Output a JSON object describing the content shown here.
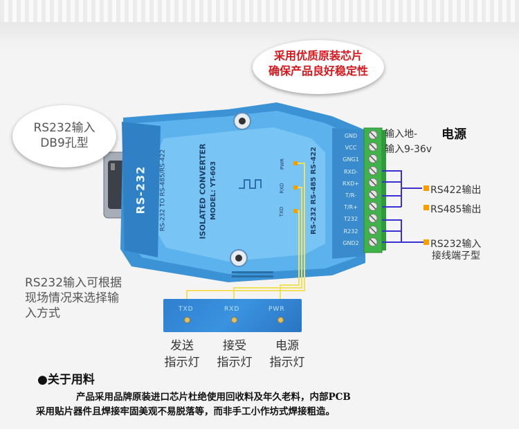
{
  "callouts": {
    "chip_line1": "采用优质原装芯片",
    "chip_line2": "确保产品良好稳定性",
    "rs232_in_line1": "RS232输入",
    "rs232_in_line2": "DB9孔型"
  },
  "device": {
    "side_label": "RS-232",
    "brand_line1": "RS-232 TO RS-485/RS-422",
    "brand_line2": "ISOLATED CONVERTER",
    "model": "MODEL: YT-603",
    "port_line": "RS-232 RS-485 RS-422",
    "led_pwr": "PWR",
    "led_rxd": "RXD",
    "led_txd": "TXD",
    "pins": [
      "GND",
      "VCC",
      "GNG1",
      "RXD-",
      "RXD+",
      "T/R-",
      "T/R+",
      "T232",
      "R232",
      "GND2"
    ]
  },
  "terminals": {
    "input_ground": "输入地-",
    "power_title": "电源",
    "input_voltage": "输入9-36v",
    "rs422_output": "RS422输出",
    "rs485_output": "RS485输出",
    "rs232_terminal_line1": "RS232输入",
    "rs232_terminal_line2": "接线端子型"
  },
  "note": {
    "line1": "RS232输入可根据",
    "line2": "现场情况来选择输",
    "line3": "入方式"
  },
  "led_panel": {
    "txd": "TXD",
    "rxd": "RXD",
    "pwr": "PWR"
  },
  "indicators": {
    "send_line1": "发送",
    "send_line2": "指示灯",
    "receive_line1": "接受",
    "receive_line2": "指示灯",
    "power_line1": "电源",
    "power_line2": "指示灯"
  },
  "section": {
    "bullet": "●",
    "title": "关于用料",
    "line1": "产品采用品牌原装进口芯片杜绝使用回收料及年久老料，内部PCB",
    "line2": "采用贴片器件且焊接牢固美观不易脱落等，而非手工小作坊式焊接粗造。"
  },
  "colors": {
    "device_blue": "#4aa6e6",
    "terminal_green": "#3fb24a",
    "callout_red": "#d8161b",
    "wire_blue": "#3a2fd0",
    "wire_yellow": "#f2e05a"
  }
}
